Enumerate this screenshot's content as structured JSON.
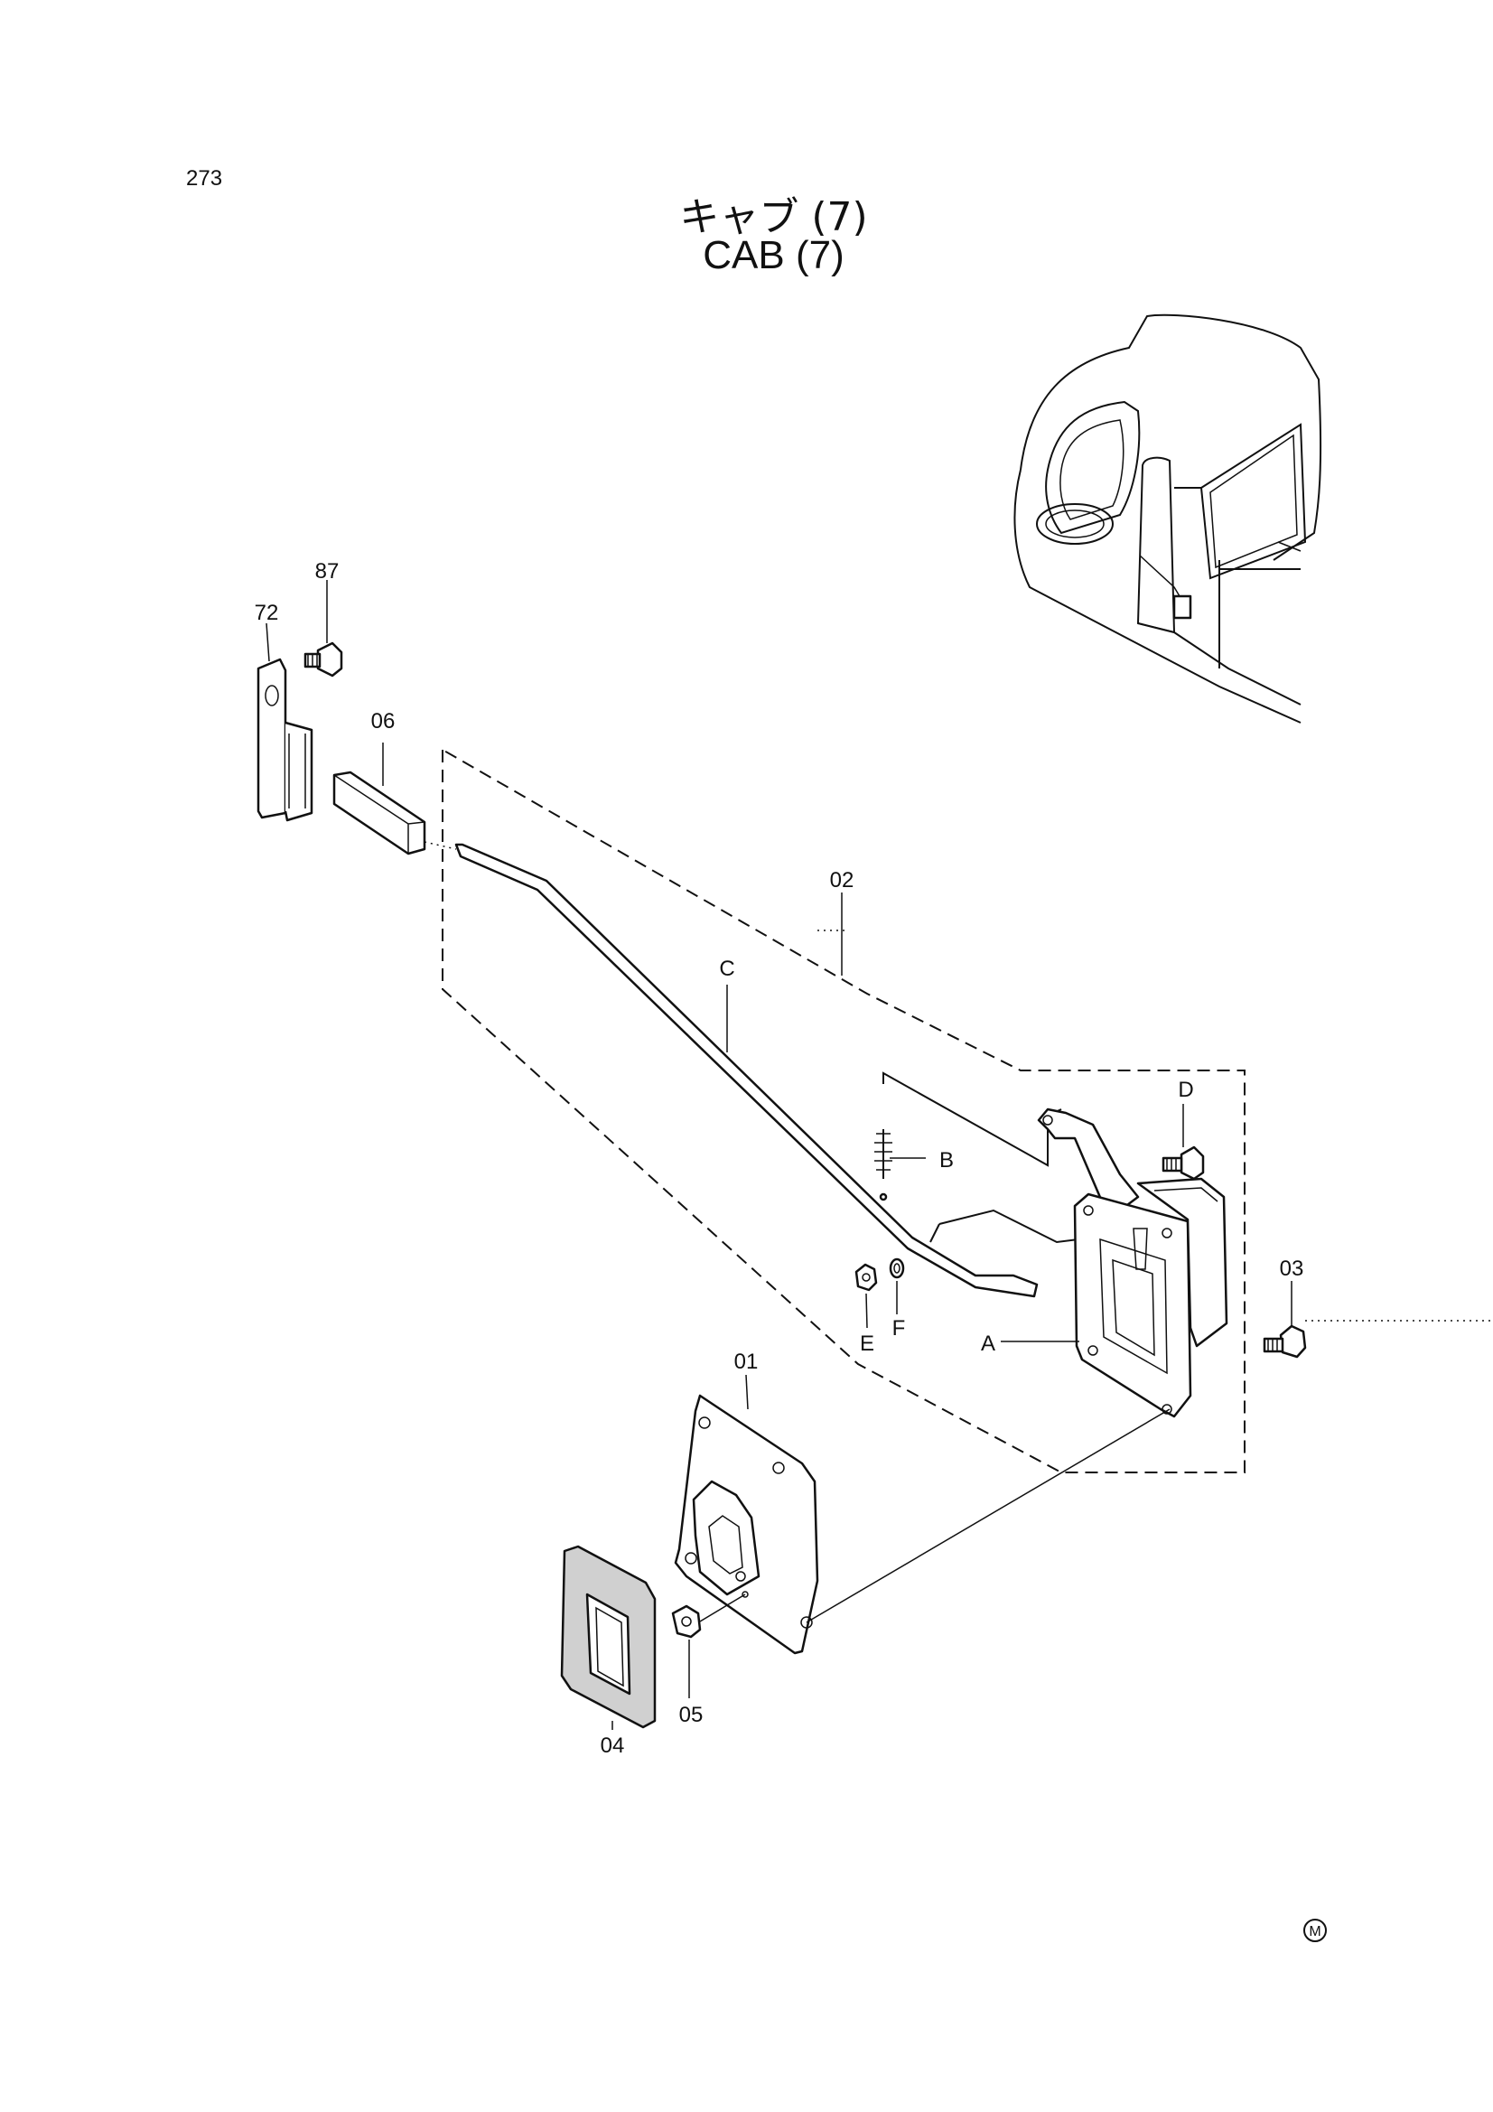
{
  "page_number": "273",
  "title_jp": "キャブ (7)",
  "title_en": "CAB (7)",
  "callouts": {
    "c87": "87",
    "c72": "72",
    "c06": "06",
    "c02": "02",
    "cC": "C",
    "cD": "D",
    "cB": "B",
    "c03": "03",
    "cE": "E",
    "cF": "F",
    "cA": "A",
    "c01": "01",
    "c05": "05",
    "c04": "04"
  },
  "mark": "M"
}
